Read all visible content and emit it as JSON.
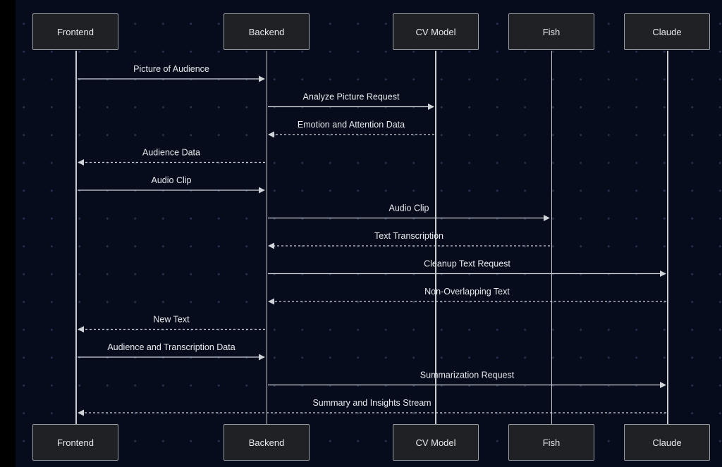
{
  "colors": {
    "background": "#060c1c",
    "actor_fill": "#202124",
    "actor_border": "#9aa0a6",
    "line": "#d0d3d8",
    "text": "#e8eaed"
  },
  "participants": [
    {
      "id": "frontend",
      "label": "Frontend"
    },
    {
      "id": "backend",
      "label": "Backend"
    },
    {
      "id": "cv",
      "label": "CV Model"
    },
    {
      "id": "fish",
      "label": "Fish"
    },
    {
      "id": "claude",
      "label": "Claude"
    }
  ],
  "messages": [
    {
      "label": "Picture of Audience",
      "from": "frontend",
      "to": "backend",
      "style": "solid"
    },
    {
      "label": "Analyze Picture Request",
      "from": "backend",
      "to": "cv",
      "style": "solid"
    },
    {
      "label": "Emotion and Attention Data",
      "from": "cv",
      "to": "backend",
      "style": "dashed"
    },
    {
      "label": "Audience Data",
      "from": "backend",
      "to": "frontend",
      "style": "dashed"
    },
    {
      "label": "Audio Clip",
      "from": "frontend",
      "to": "backend",
      "style": "solid"
    },
    {
      "label": "Audio Clip",
      "from": "backend",
      "to": "fish",
      "style": "solid"
    },
    {
      "label": "Text Transcription",
      "from": "fish",
      "to": "backend",
      "style": "dashed"
    },
    {
      "label": "Cleanup Text Request",
      "from": "backend",
      "to": "claude",
      "style": "solid"
    },
    {
      "label": "Non-Overlapping Text",
      "from": "claude",
      "to": "backend",
      "style": "dashed"
    },
    {
      "label": "New Text",
      "from": "backend",
      "to": "frontend",
      "style": "dashed"
    },
    {
      "label": "Audience and Transcription Data",
      "from": "frontend",
      "to": "backend",
      "style": "solid"
    },
    {
      "label": "Summarization Request",
      "from": "backend",
      "to": "claude",
      "style": "solid"
    },
    {
      "label": "Summary and Insights Stream",
      "from": "claude",
      "to": "frontend",
      "style": "dashed"
    }
  ]
}
